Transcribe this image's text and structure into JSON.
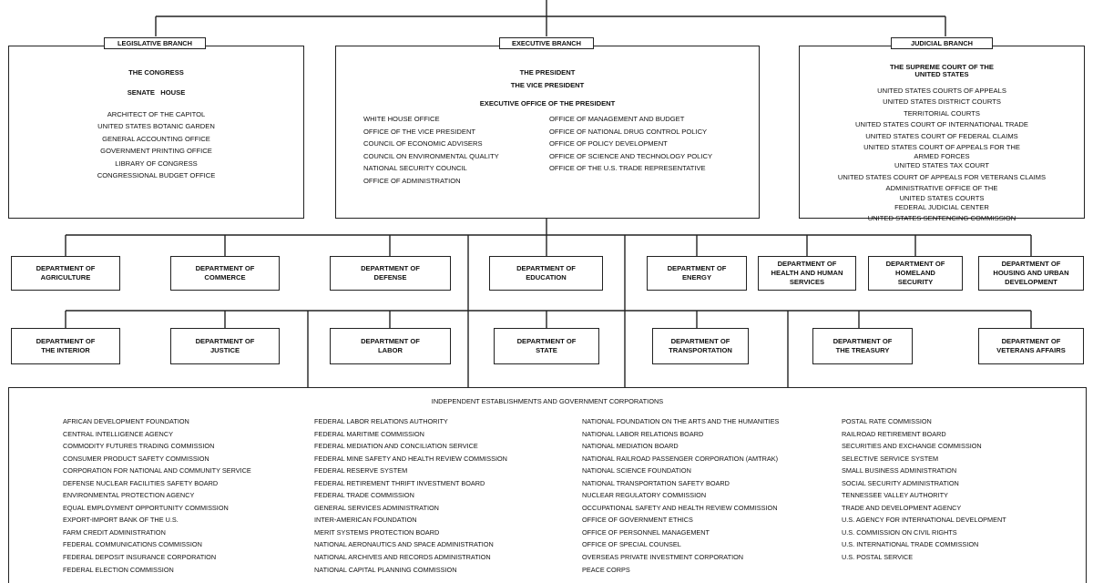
{
  "legislative": {
    "label": "LEGISLATIVE BRANCH",
    "title": "THE CONGRESS",
    "subtitle": "SENATE   HOUSE",
    "items": [
      "ARCHITECT OF THE CAPITOL",
      "UNITED STATES BOTANIC GARDEN",
      "GENERAL ACCOUNTING OFFICE",
      "GOVERNMENT PRINTING OFFICE",
      "LIBRARY OF CONGRESS",
      "CONGRESSIONAL BUDGET OFFICE"
    ]
  },
  "executive": {
    "label": "EXECUTIVE BRANCH",
    "title1": "THE PRESIDENT",
    "title2": "THE VICE PRESIDENT",
    "title3": "EXECUTIVE OFFICE OF THE PRESIDENT",
    "left_items": [
      "WHITE HOUSE OFFICE",
      "OFFICE OF THE VICE PRESIDENT",
      "COUNCIL OF ECONOMIC ADVISERS",
      "COUNCIL ON ENVIRONMENTAL QUALITY",
      "NATIONAL SECURITY COUNCIL",
      "OFFICE OF ADMINISTRATION"
    ],
    "right_items": [
      "OFFICE OF MANAGEMENT AND BUDGET",
      "OFFICE OF NATIONAL DRUG CONTROL POLICY",
      "OFFICE OF POLICY DEVELOPMENT",
      "OFFICE OF SCIENCE AND TECHNOLOGY POLICY",
      "OFFICE OF THE U.S. TRADE REPRESENTATIVE"
    ]
  },
  "judicial": {
    "label": "JUDICIAL BRANCH",
    "title_line1": "THE SUPREME COURT OF THE",
    "title_line2": "UNITED STATES",
    "items": [
      [
        "UNITED STATES COURTS OF APPEALS"
      ],
      [
        "UNITED STATES DISTRICT COURTS"
      ],
      [
        "TERRITORIAL COURTS"
      ],
      [
        "UNITED STATES COURT OF INTERNATIONAL TRADE"
      ],
      [
        "UNITED STATES COURT OF FEDERAL CLAIMS"
      ],
      [
        "UNITED STATES COURT OF APPEALS FOR THE",
        "ARMED FORCES"
      ],
      [
        "UNITED STATES TAX COURT"
      ],
      [
        "UNITED STATES COURT OF APPEALS FOR VETERANS CLAIMS"
      ],
      [
        "ADMINISTRATIVE OFFICE OF THE",
        "UNITED STATES COURTS"
      ],
      [
        "FEDERAL JUDICIAL CENTER"
      ],
      [
        "UNITED STATES SENTENCING COMMISSION"
      ]
    ]
  },
  "departments_row1": [
    [
      "DEPARTMENT OF",
      "AGRICULTURE"
    ],
    [
      "DEPARTMENT OF",
      "COMMERCE"
    ],
    [
      "DEPARTMENT OF",
      "DEFENSE"
    ],
    [
      "DEPARTMENT OF",
      "EDUCATION"
    ],
    [
      "DEPARTMENT OF",
      "ENERGY"
    ],
    [
      "DEPARTMENT OF",
      "HEALTH AND HUMAN",
      "SERVICES"
    ],
    [
      "DEPARTMENT OF",
      "HOMELAND",
      "SECURITY"
    ],
    [
      "DEPARTMENT OF",
      "HOUSING AND URBAN",
      "DEVELOPMENT"
    ]
  ],
  "departments_row2": [
    [
      "DEPARTMENT OF",
      "THE INTERIOR"
    ],
    [
      "DEPARTMENT OF",
      "JUSTICE"
    ],
    [
      "DEPARTMENT OF",
      "LABOR"
    ],
    [
      "DEPARTMENT OF",
      "STATE"
    ],
    [
      "DEPARTMENT OF",
      "TRANSPORTATION"
    ],
    [
      "DEPARTMENT OF",
      "THE TREASURY"
    ],
    [
      "DEPARTMENT OF",
      "VETERANS AFFAIRS"
    ]
  ],
  "independent": {
    "title": "INDEPENDENT ESTABLISHMENTS AND GOVERNMENT CORPORATIONS",
    "columns": [
      [
        "AFRICAN DEVELOPMENT FOUNDATION",
        "CENTRAL INTELLIGENCE AGENCY",
        "COMMODITY FUTURES TRADING COMMISSION",
        "CONSUMER PRODUCT SAFETY COMMISSION",
        "CORPORATION FOR NATIONAL AND COMMUNITY SERVICE",
        "DEFENSE NUCLEAR FACILITIES SAFETY BOARD",
        "ENVIRONMENTAL PROTECTION AGENCY",
        "EQUAL EMPLOYMENT OPPORTUNITY COMMISSION",
        "EXPORT-IMPORT BANK OF THE U.S.",
        "FARM CREDIT ADMINISTRATION",
        "FEDERAL COMMUNICATIONS COMMISSION",
        "FEDERAL DEPOSIT INSURANCE CORPORATION",
        "FEDERAL ELECTION COMMISSION"
      ],
      [
        "FEDERAL LABOR RELATIONS AUTHORITY",
        "FEDERAL MARITIME COMMISSION",
        "FEDERAL MEDIATION AND CONCILIATION SERVICE",
        "FEDERAL MINE SAFETY AND HEALTH REVIEW COMMISSION",
        "FEDERAL RESERVE SYSTEM",
        "FEDERAL RETIREMENT THRIFT INVESTMENT BOARD",
        "FEDERAL TRADE COMMISSION",
        "GENERAL SERVICES ADMINISTRATION",
        "INTER-AMERICAN FOUNDATION",
        "MERIT SYSTEMS PROTECTION BOARD",
        "NATIONAL AERONAUTICS AND SPACE ADMINISTRATION",
        "NATIONAL ARCHIVES AND RECORDS ADMINISTRATION",
        "NATIONAL CAPITAL PLANNING COMMISSION"
      ],
      [
        "NATIONAL FOUNDATION ON THE ARTS AND THE HUMANITIES",
        "NATIONAL LABOR RELATIONS BOARD",
        "NATIONAL MEDIATION BOARD",
        "NATIONAL RAILROAD PASSENGER CORPORATION (AMTRAK)",
        "NATIONAL SCIENCE FOUNDATION",
        "NATIONAL TRANSPORTATION SAFETY BOARD",
        "NUCLEAR REGULATORY COMMISSION",
        "OCCUPATIONAL SAFETY AND HEALTH REVIEW COMMISSION",
        "OFFICE OF GOVERNMENT ETHICS",
        "OFFICE OF PERSONNEL MANAGEMENT",
        "OFFICE OF SPECIAL COUNSEL",
        "OVERSEAS PRIVATE INVESTMENT CORPORATION",
        "PEACE CORPS"
      ],
      [
        "POSTAL RATE COMMISSION",
        "RAILROAD RETIREMENT BOARD",
        "SECURITIES AND EXCHANGE COMMISSION",
        "SELECTIVE SERVICE SYSTEM",
        "SMALL BUSINESS ADMINISTRATION",
        "SOCIAL SECURITY ADMINISTRATION",
        "TENNESSEE VALLEY AUTHORITY",
        "TRADE AND DEVELOPMENT AGENCY",
        "U.S. AGENCY FOR INTERNATIONAL DEVELOPMENT",
        "U.S. COMMISSION ON CIVIL RIGHTS",
        "U.S. INTERNATIONAL TRADE COMMISSION",
        "U.S. POSTAL SERVICE"
      ]
    ]
  }
}
